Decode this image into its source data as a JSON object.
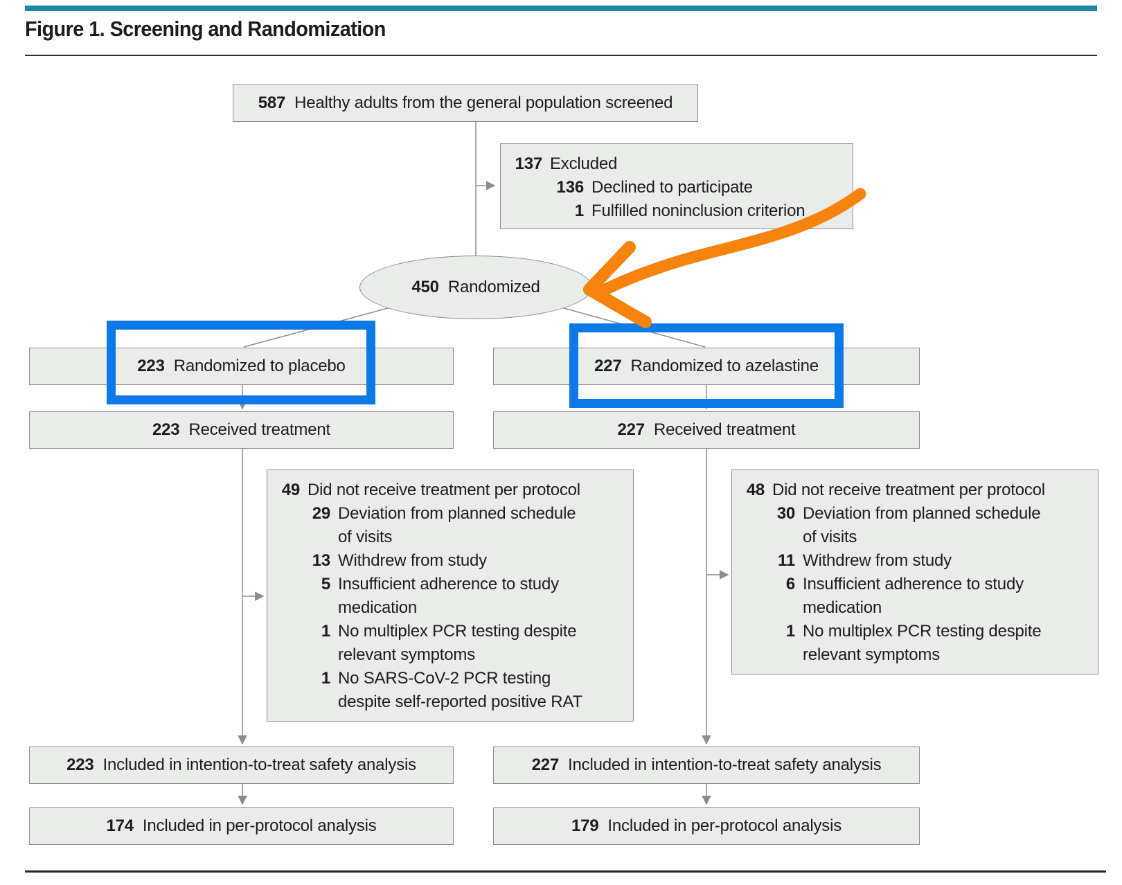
{
  "figure": {
    "title": "Figure 1. Screening and Randomization"
  },
  "nodes": {
    "screened": {
      "n": "587",
      "label": "Healthy adults from the general population screened"
    },
    "excluded": {
      "n": "137",
      "label": "Excluded",
      "reasons": [
        {
          "n": "136",
          "label": "Declined to participate"
        },
        {
          "n": "1",
          "label": "Fulfilled noninclusion criterion"
        }
      ]
    },
    "randomized": {
      "n": "450",
      "label": "Randomized"
    }
  },
  "arms": {
    "placebo": {
      "randomized": {
        "n": "223",
        "label": "Randomized to placebo"
      },
      "received": {
        "n": "223",
        "label": "Received treatment"
      },
      "protocol_deviations": {
        "n": "49",
        "label": "Did not receive treatment per protocol",
        "reasons": [
          {
            "n": "29",
            "label": "Deviation from planned schedule\nof visits"
          },
          {
            "n": "13",
            "label": "Withdrew from study"
          },
          {
            "n": "5",
            "label": "Insufficient adherence to study\nmedication"
          },
          {
            "n": "1",
            "label": "No multiplex PCR testing despite\nrelevant symptoms"
          },
          {
            "n": "1",
            "label": "No SARS-CoV-2 PCR testing\ndespite self-reported positive RAT"
          }
        ]
      },
      "itt": {
        "n": "223",
        "label": "Included in intention-to-treat safety analysis"
      },
      "per_protocol": {
        "n": "174",
        "label": "Included in per-protocol analysis"
      }
    },
    "azelastine": {
      "randomized": {
        "n": "227",
        "label": "Randomized to azelastine"
      },
      "received": {
        "n": "227",
        "label": "Received treatment"
      },
      "protocol_deviations": {
        "n": "48",
        "label": "Did not receive treatment per protocol",
        "reasons": [
          {
            "n": "30",
            "label": "Deviation from planned schedule\nof visits"
          },
          {
            "n": "11",
            "label": "Withdrew from study"
          },
          {
            "n": "6",
            "label": "Insufficient adherence to study\nmedication"
          },
          {
            "n": "1",
            "label": "No multiplex PCR testing despite\nrelevant symptoms"
          }
        ]
      },
      "itt": {
        "n": "227",
        "label": "Included in intention-to-treat safety analysis"
      },
      "per_protocol": {
        "n": "179",
        "label": "Included in per-protocol analysis"
      }
    }
  },
  "annotations": {
    "blue_highlight_color": "#0d78e8",
    "orange_arrow_color": "#f6830e",
    "blue_highlights": [
      "Randomized to placebo box",
      "Randomized to azelastine box"
    ],
    "orange_arrow_points_to": "450 Randomized"
  },
  "colors": {
    "accent_bar": "#1e8aab",
    "node_fill": "#e9ece9",
    "node_border": "#8a8e8a",
    "connector": "#8b8f8c"
  }
}
